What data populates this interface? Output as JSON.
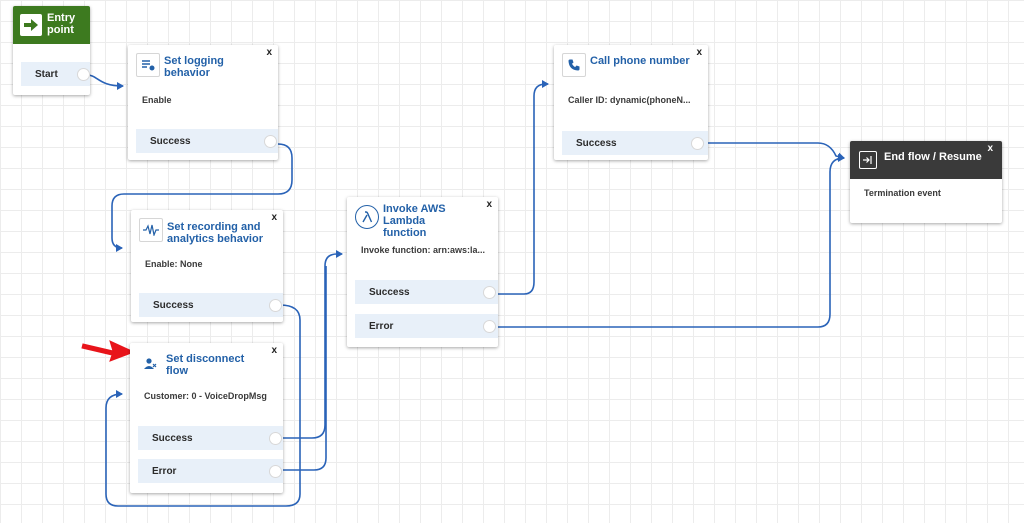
{
  "entry": {
    "title": "Entry point",
    "title_line1": "Entry",
    "title_line2": "point",
    "start_label": "Start",
    "header_color": "#3d7a1f"
  },
  "blocks": {
    "logging": {
      "title": "Set logging behavior",
      "desc": "Enable",
      "branch": "Success"
    },
    "recording": {
      "title_line1": "Set recording and",
      "title_line2": "analytics behavior",
      "desc": "Enable: None",
      "branch": "Success"
    },
    "disconnect": {
      "title": "Set disconnect flow",
      "desc": "Customer: 0 - VoiceDropMsg",
      "branch_success": "Success",
      "branch_error": "Error"
    },
    "lambda": {
      "title_line1": "Invoke AWS Lambda",
      "title_line2": "function",
      "desc": "Invoke function: arn:aws:la...",
      "branch_success": "Success",
      "branch_error": "Error"
    },
    "call": {
      "title": "Call phone number",
      "desc": "Caller ID: dynamic(phoneN...",
      "branch": "Success"
    },
    "end": {
      "title": "End flow / Resume",
      "desc": "Termination event",
      "header_color": "#3a3a3a"
    }
  },
  "close_glyph": "x",
  "colors": {
    "connector": "#2a63b8",
    "accent": "#2361a8",
    "arrow": "#e8141a",
    "branch_bg": "#e8f0f9"
  },
  "icons": {
    "entry": "arrow-right-icon",
    "logging": "logging-icon",
    "recording": "waveform-icon",
    "disconnect": "user-disconnect-icon",
    "lambda": "lambda-icon",
    "call": "phone-icon",
    "end": "end-flow-icon"
  }
}
